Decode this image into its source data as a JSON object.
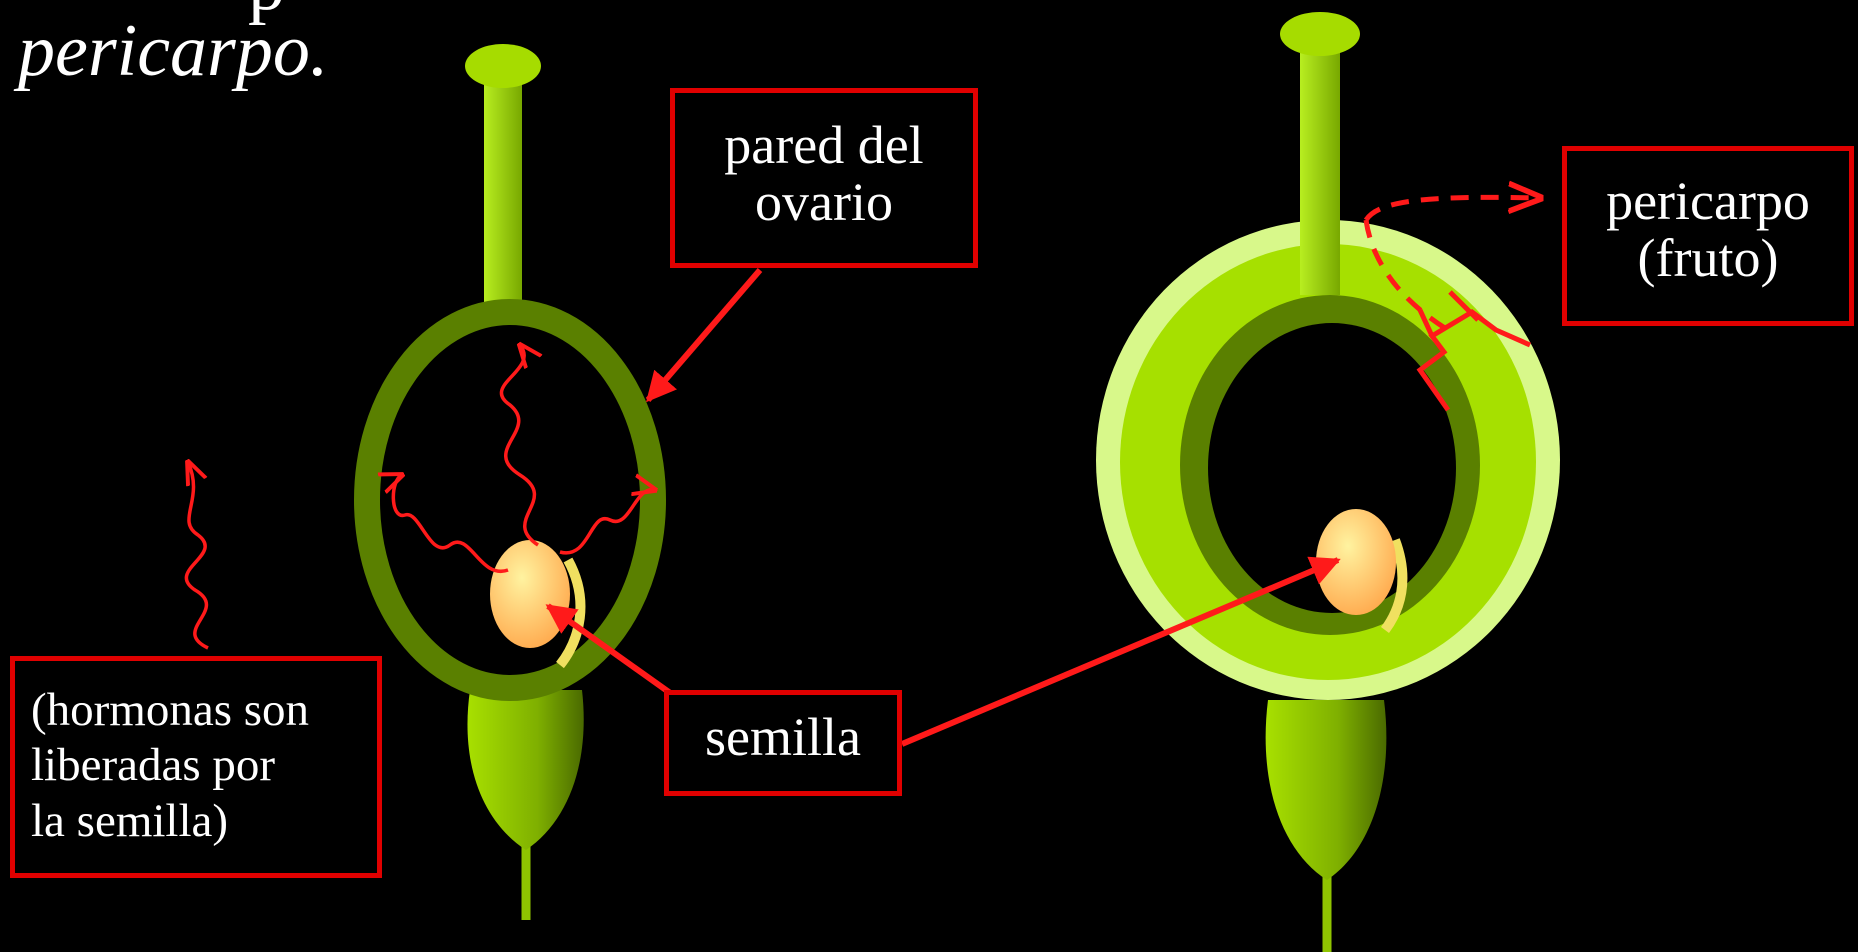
{
  "heading": {
    "top_fragment": "p",
    "text": "pericarpo."
  },
  "labels": {
    "ovary_wall_line1": "pared del",
    "ovary_wall_line2": "ovario",
    "pericarp_line1": "pericarpo",
    "pericarp_line2": "(fruto)",
    "seed": "semilla",
    "hormones_line1": "(hormonas son",
    "hormones_line2": "liberadas por",
    "hormones_line3": "la semilla)"
  },
  "colors": {
    "background": "#000000",
    "label_border": "#e00000",
    "arrow": "#ff1a1a",
    "ovary_wall": "#5a8000",
    "style": "#8fc400",
    "stigma": "#8fc400",
    "pericarp_outer": "#d8f88a",
    "pericarp_mid": "#a6e000",
    "seed": "#ffb347",
    "text": "#ffffff"
  },
  "icons": {
    "hormone_wave": "wavy-arrow-icon",
    "pointer": "arrow-icon"
  }
}
